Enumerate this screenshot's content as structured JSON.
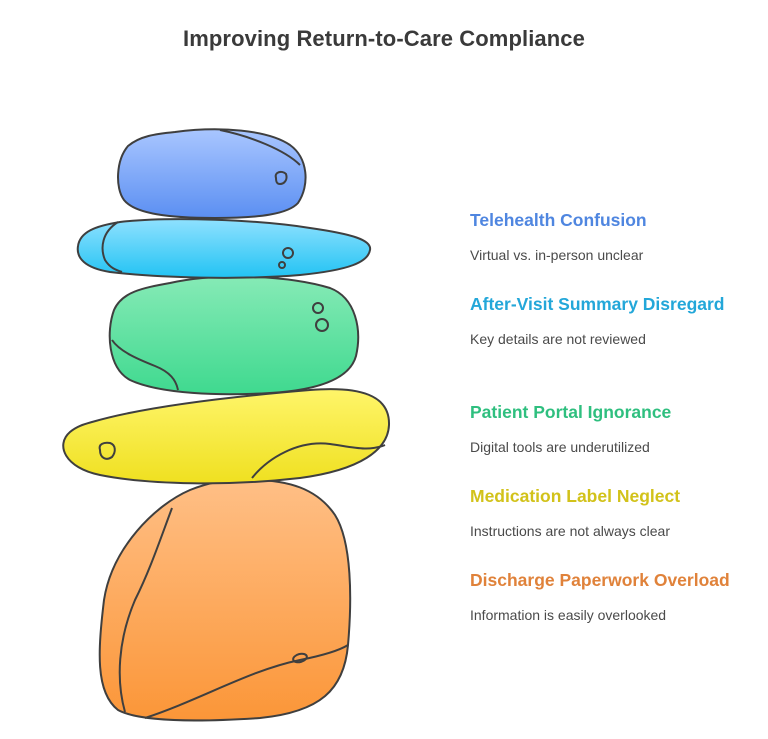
{
  "title": "Improving Return-to-Care Compliance",
  "items": [
    {
      "heading": "Telehealth Confusion",
      "description": "Virtual vs. in-person unclear",
      "color": "#4f86e0"
    },
    {
      "heading": "After-Visit Summary Disregard",
      "description": "Key details are not reviewed",
      "color": "#23a7d9"
    },
    {
      "heading": "Patient Portal Ignorance",
      "description": "Digital tools are underutilized",
      "color": "#2fbf7f"
    },
    {
      "heading": "Medication Label Neglect",
      "description": "Instructions are not always clear",
      "color": "#d2c21a"
    },
    {
      "heading": "Discharge Paperwork Overload",
      "description": "Information is easily overlooked",
      "color": "#e0823a"
    }
  ]
}
